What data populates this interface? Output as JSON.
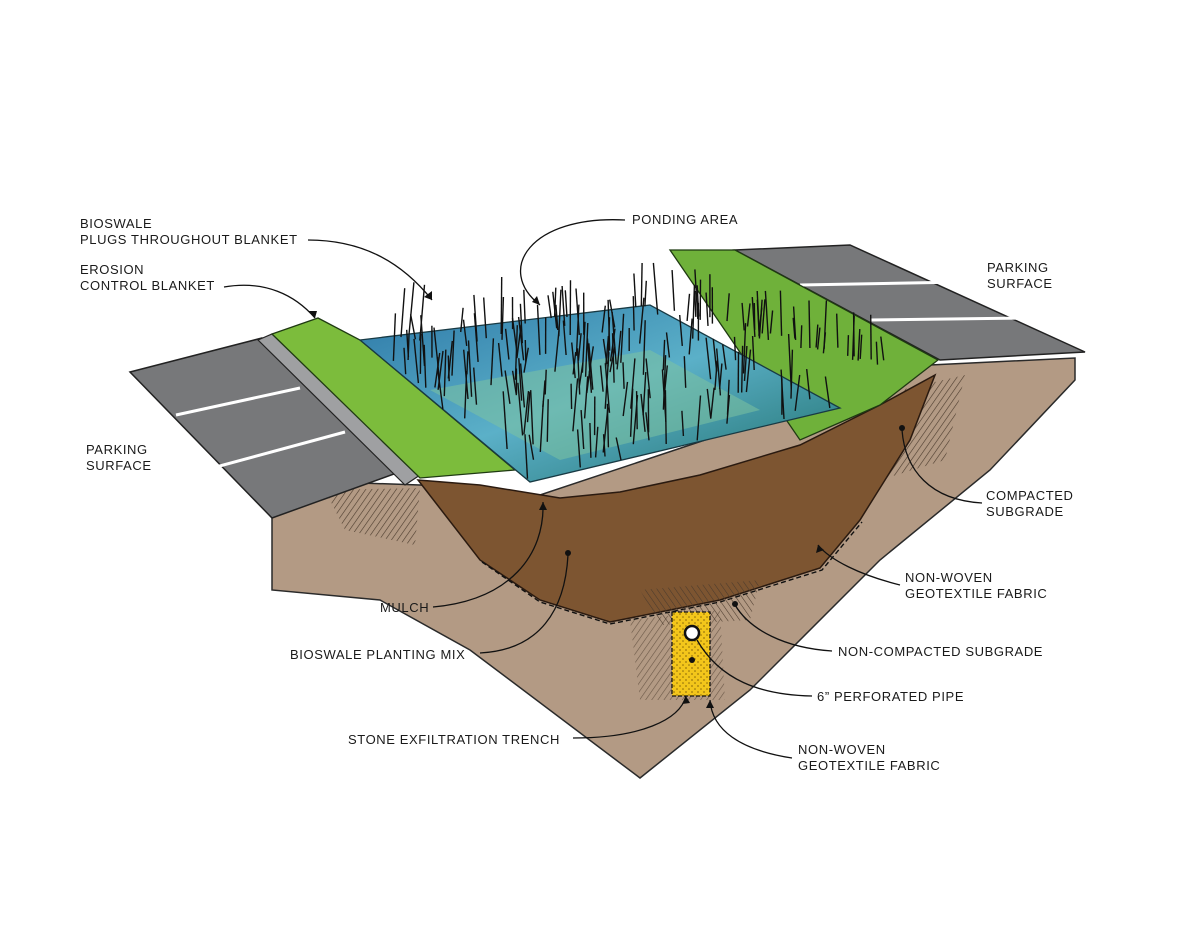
{
  "labels": {
    "bioswale_plugs": {
      "line1": "BIOSWALE",
      "line2": "PLUGS THROUGHOUT BLANKET"
    },
    "ponding_area": {
      "text": "PONDING AREA"
    },
    "erosion_blanket": {
      "line1": "EROSION",
      "line2": "CONTROL BLANKET"
    },
    "parking_right": {
      "line1": "PARKING",
      "line2": "SURFACE"
    },
    "parking_left": {
      "line1": "PARKING",
      "line2": "SURFACE"
    },
    "compacted_subgrade": {
      "line1": "COMPACTED",
      "line2": "SUBGRADE"
    },
    "geotextile_upper": {
      "line1": "NON-WOVEN",
      "line2": "GEOTEXTILE FABRIC"
    },
    "mulch": {
      "text": "MULCH"
    },
    "planting_mix": {
      "text": "BIOSWALE PLANTING MIX"
    },
    "non_compacted_subgrade": {
      "text": "NON-COMPACTED SUBGRADE"
    },
    "perforated_pipe": {
      "text": "6” PERFORATED PIPE"
    },
    "stone_trench": {
      "text": "STONE EXFILTRATION TRENCH"
    },
    "geotextile_lower": {
      "line1": "NON-WOVEN",
      "line2": "GEOTEXTILE FABRIC"
    }
  },
  "colors": {
    "asphalt": "#77787a",
    "soil": "#b39a84",
    "planting_mix": "#7d5531",
    "grass": "#7cbc3c",
    "water": "#5aa4c4",
    "gravel": "#f1c31a"
  }
}
